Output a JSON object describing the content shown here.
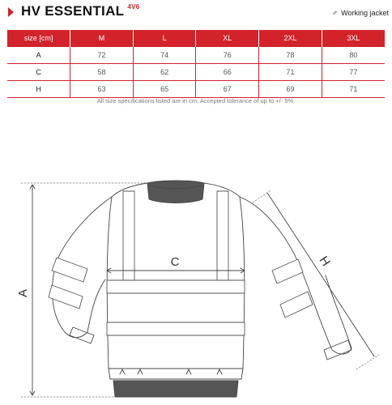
{
  "header": {
    "title": "HV ESSENTIAL",
    "code": "4V6",
    "gender_symbol": "♂",
    "product_type": "Working jacket"
  },
  "size_table": {
    "columns": [
      "size [cm]",
      "M",
      "L",
      "XL",
      "2XL",
      "3XL"
    ],
    "rows": [
      {
        "label": "A",
        "values": [
          "72",
          "74",
          "76",
          "78",
          "80"
        ]
      },
      {
        "label": "C",
        "values": [
          "58",
          "62",
          "66",
          "71",
          "77"
        ]
      },
      {
        "label": "H",
        "values": [
          "63",
          "65",
          "67",
          "69",
          "71"
        ]
      }
    ]
  },
  "note": "All size specifications listed are in cm. Accepted tolerance of up to +/- 5%.",
  "diagram": {
    "label_a": "A",
    "label_c": "C",
    "label_h": "H"
  },
  "colors": {
    "accent": "#d2232a"
  }
}
